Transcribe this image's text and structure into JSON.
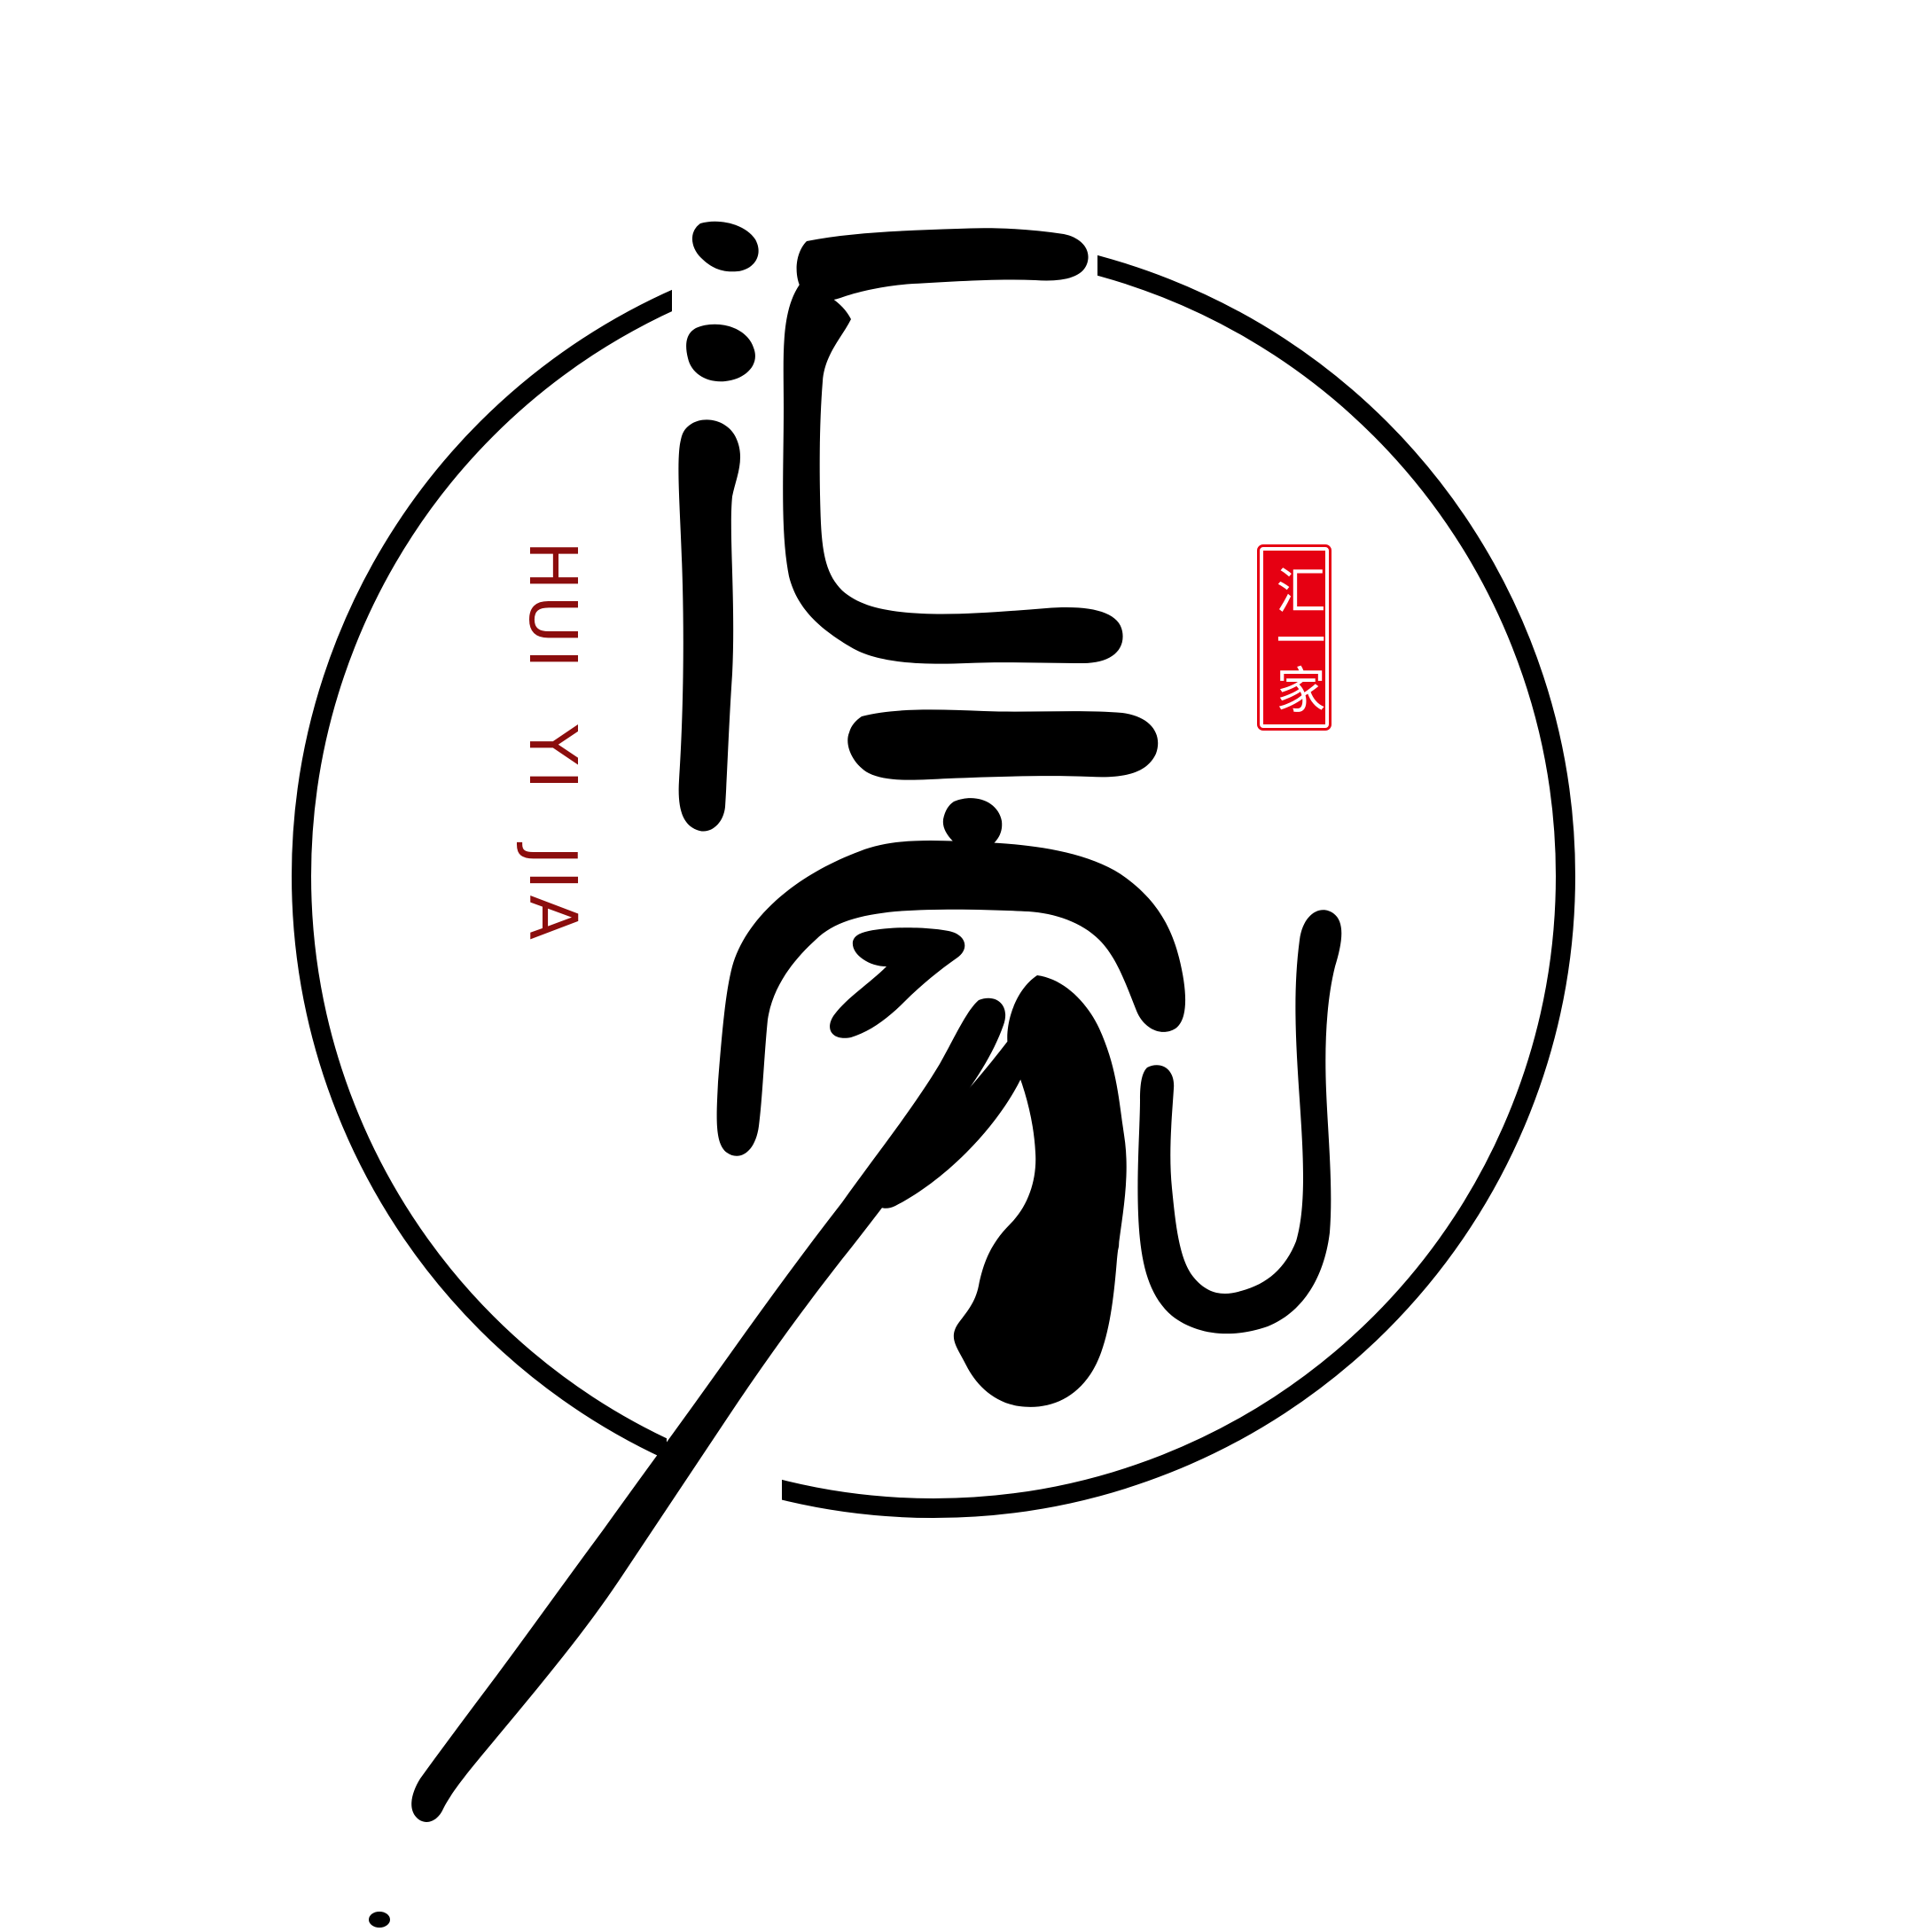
{
  "logo": {
    "romanization": "HUI YI JIA",
    "seal_text": "汇一家",
    "calligraphy_characters": [
      "汇",
      "家"
    ]
  },
  "colors": {
    "background": "#ffffff",
    "ink": "#000000",
    "romanization": "#8b0d0d",
    "seal": "#e60012",
    "seal_text": "#ffffff"
  }
}
